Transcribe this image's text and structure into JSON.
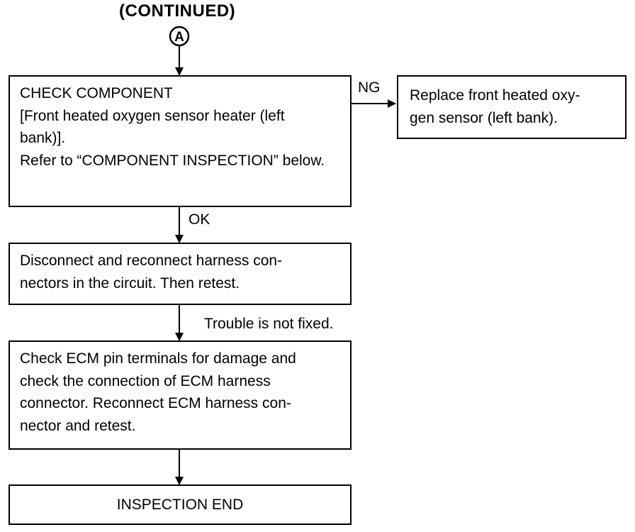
{
  "header": {
    "title": "(CONTINUED)",
    "connector_letter": "A"
  },
  "steps": {
    "check_component": {
      "text": "CHECK COMPONENT\n[Front heated oxygen sensor heater (left bank)].\nRefer to “COMPONENT INSPECTION” below."
    },
    "replace": {
      "text": "Replace front heated oxy-\ngen sensor (left bank)."
    },
    "reconnect": {
      "text": "Disconnect and reconnect harness con-\nnectors in the circuit. Then retest."
    },
    "ecm_check": {
      "text": "Check ECM pin terminals for damage and\ncheck the connection of ECM harness\nconnector. Reconnect ECM harness con-\nnector and retest."
    },
    "end": {
      "text": "INSPECTION END"
    }
  },
  "branches": {
    "ng": "NG",
    "ok": "OK",
    "not_fixed": "Trouble is not fixed."
  }
}
